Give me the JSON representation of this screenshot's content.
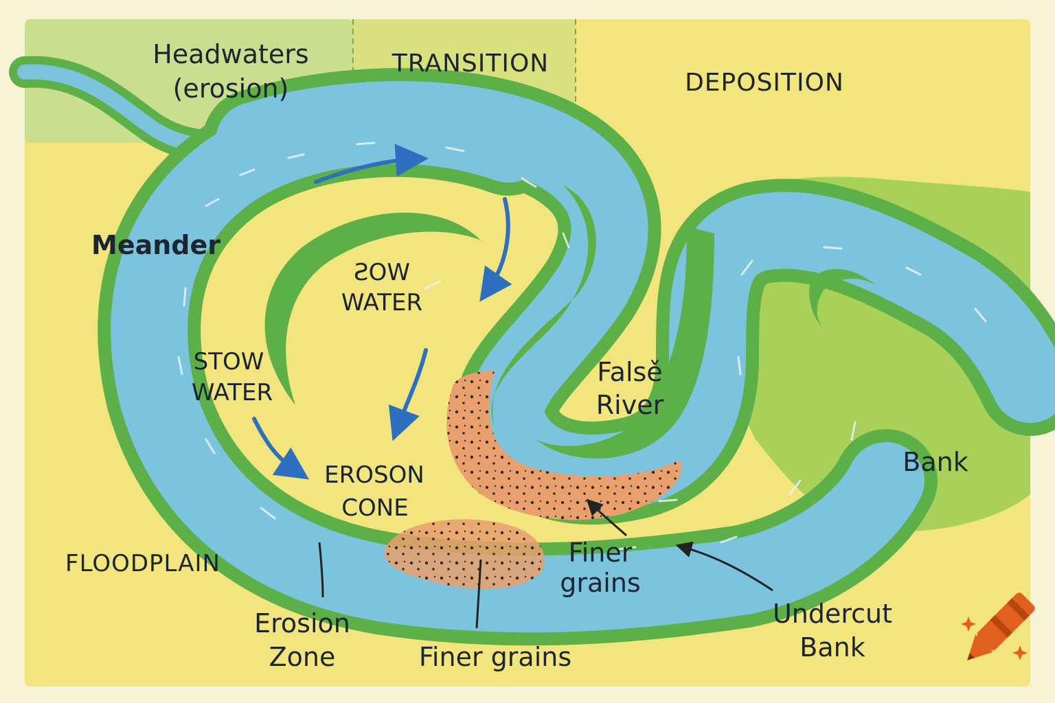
{
  "zones": {
    "headwaters": [
      "Headwaters",
      "(erosion)"
    ],
    "transition": "TRANSITION",
    "deposition": "DEPOSITION"
  },
  "labels": {
    "meander": "Meander",
    "slow_water_inner": [
      "ƧOW",
      "WATER"
    ],
    "slow_water_left": [
      "STOW",
      "WATER"
    ],
    "erosion_cone": [
      "EROSON",
      "CONE"
    ],
    "false_river": [
      "Falsě",
      "River"
    ],
    "bank": "Bank",
    "floodplain": "FLOODPLAIN",
    "erosion_zone": [
      "Erosion",
      "Zone"
    ],
    "finer_grains_bottom": "Finer grains",
    "finer_grains_mid": [
      "Finer",
      "grains"
    ],
    "undercut_bank": [
      "Undercut",
      "Bank"
    ]
  },
  "colors": {
    "background": "#f2e57e",
    "headwaters_zone": "#c9df8f",
    "transition_zone": "#d9e07e",
    "bank_green": "#5daf48",
    "light_green": "#a9d15a",
    "water": "#7cc3dd",
    "sediment": "#e9a06c",
    "arrow": "#2f6fbf",
    "crayon": "#e0611e"
  },
  "icons": [
    "crayon-icon",
    "sparkle-icon"
  ]
}
